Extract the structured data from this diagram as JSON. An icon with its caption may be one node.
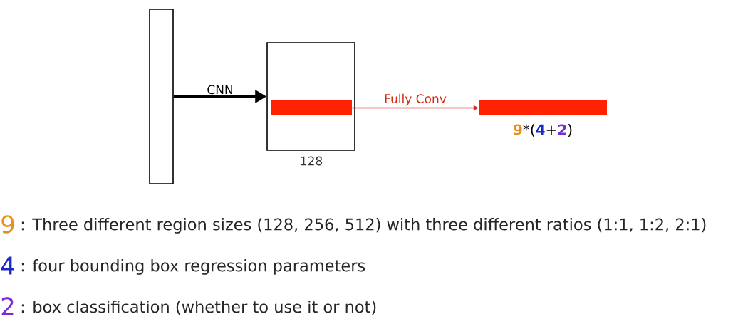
{
  "diagram": {
    "nodes": [
      {
        "text": [],
        "shape": "box"
      },
      {
        "text": [],
        "shape": "box",
        "beside": [
          "128"
        ]
      },
      {
        "text": [],
        "shape": "bar",
        "in": 1
      },
      {
        "text": [],
        "shape": "bar",
        "beside": [
          "9",
          "*(",
          "4",
          "+",
          "2",
          ")"
        ]
      }
    ],
    "edges": [
      {
        "from": 0,
        "to": 1,
        "arrow": "to",
        "label": "CNN",
        "style": "thick"
      },
      {
        "from": 2,
        "to": 3,
        "arrow": "to",
        "label": "Fully Conv",
        "color": "#d42a10"
      }
    ],
    "labels": [
      "9",
      ": Three different region sizes (128, 256, 512) with three different ratios (1:1, 1:2, 2:1)",
      "4",
      ": four bounding box regression parameters",
      "2",
      ": box classification (whether to use it or not)"
    ]
  }
}
